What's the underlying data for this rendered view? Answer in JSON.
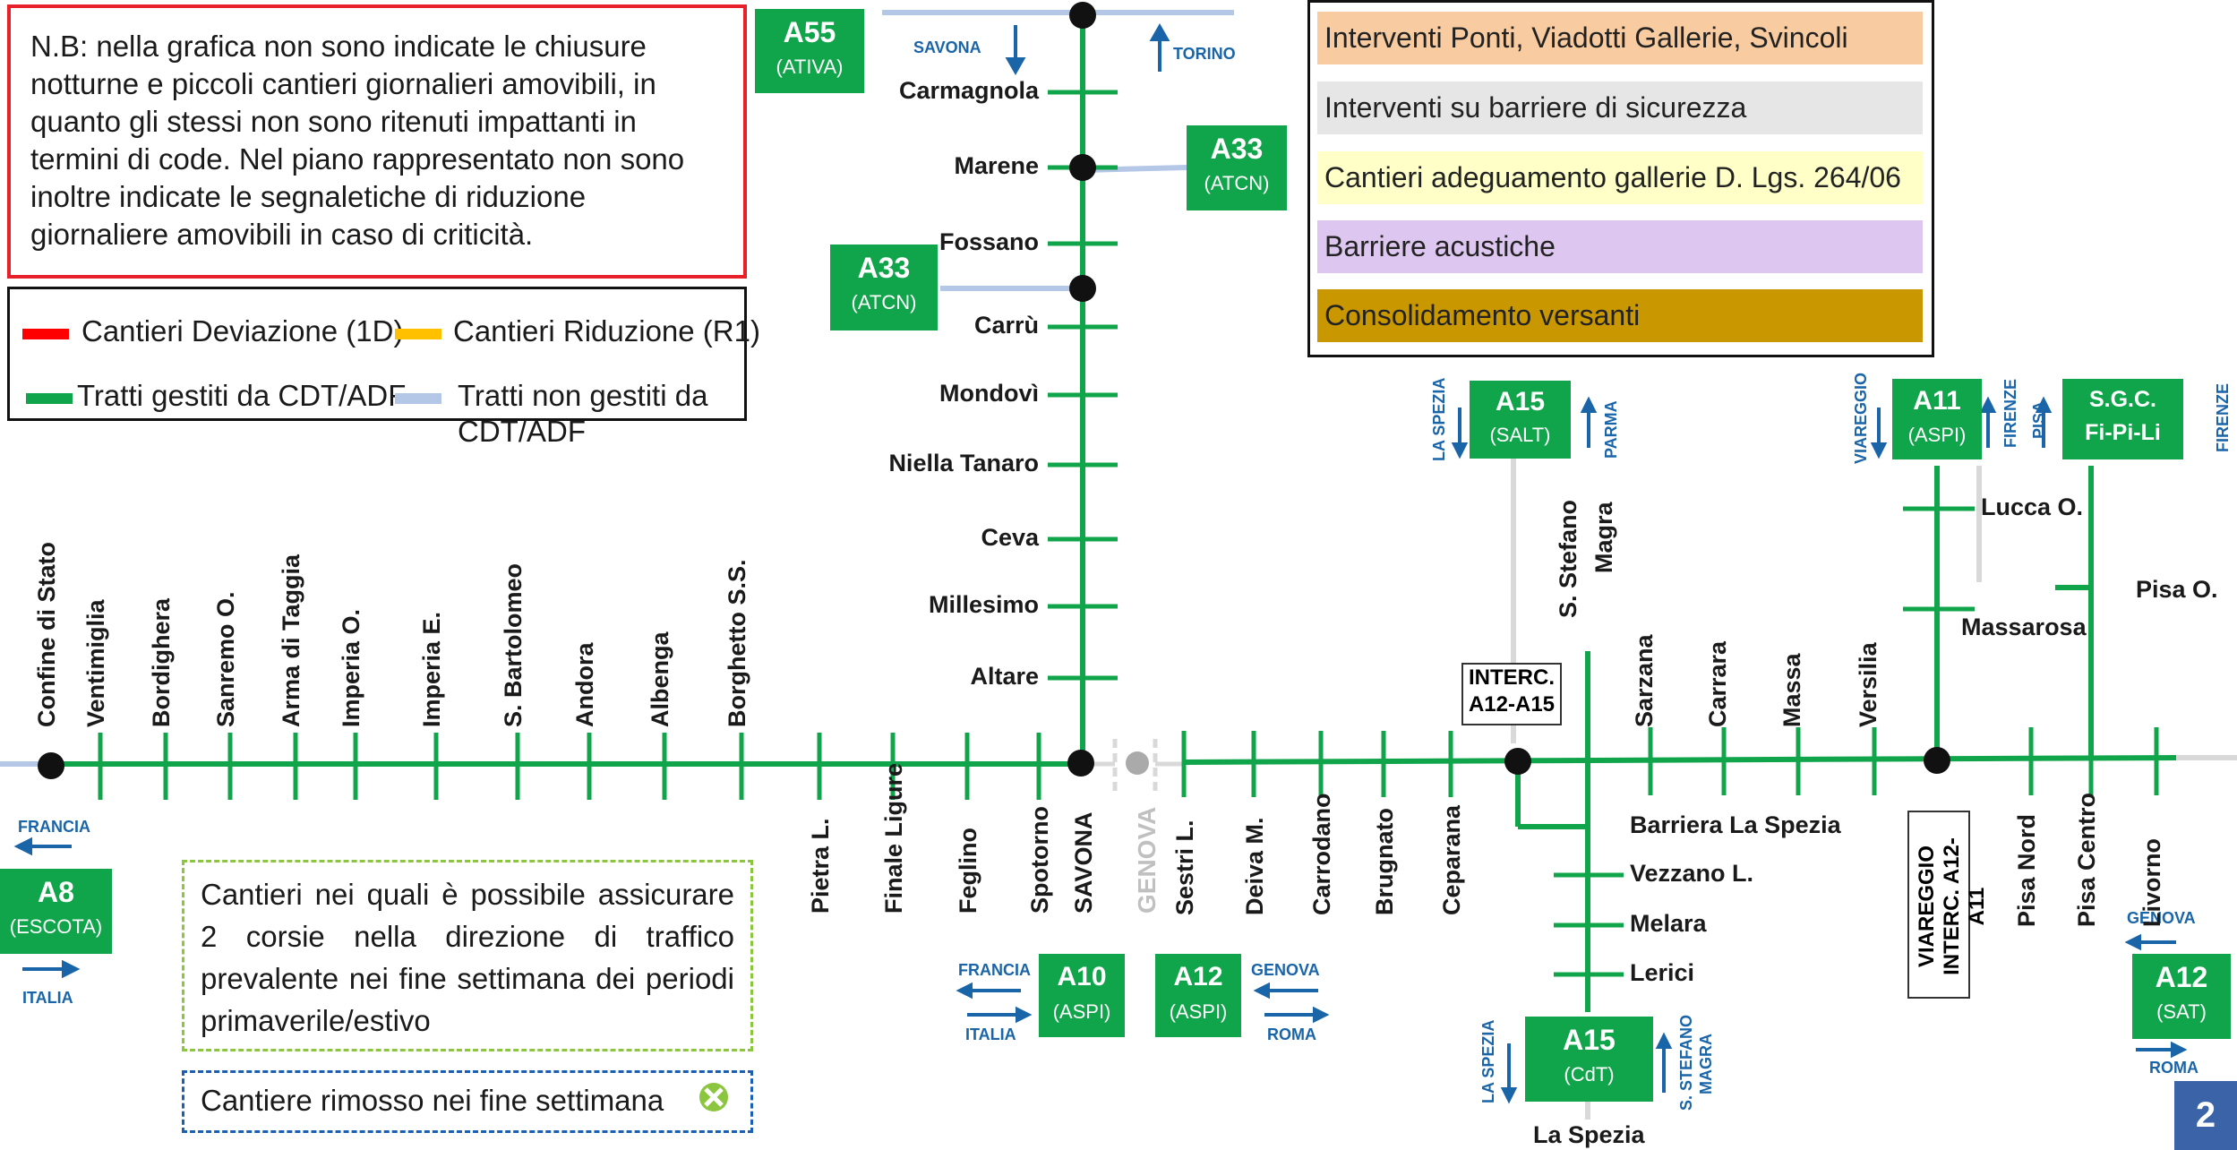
{
  "note": {
    "text": "N.B: nella grafica non sono indicate le chiusure notturne e piccoli cantieri giornalieri amovibili, in quanto gli stessi non sono ritenuti impattanti in termini di code. Nel piano rappresentato non sono inoltre indicate le segnaletiche di riduzione giornaliere amovibili in caso di criticità."
  },
  "legend": {
    "deviazione": "Cantieri Deviazione (1D)",
    "riduzione": "Cantieri Riduzione (R1)",
    "gestiti": "Tratti gestiti da CDT/ADF",
    "non_gestiti_1": "Tratti non  gestiti da",
    "non_gestiti_2": "CDT/ADF",
    "colors": {
      "deviazione": "#ff0000",
      "riduzione": "#ffc000",
      "gestiti": "#10a54b",
      "non_gestiti": "#b4c7e7"
    }
  },
  "right_legend": [
    {
      "label": "Interventi Ponti, Viadotti  Gallerie, Svincoli",
      "color": "#f8cba0"
    },
    {
      "label": "Interventi su barriere di sicurezza",
      "color": "#e6e6e6"
    },
    {
      "label": "Cantieri adeguamento gallerie D. Lgs. 264/06",
      "color": "#ffffc8"
    },
    {
      "label": "Barriere acustiche",
      "color": "#ddc6ef"
    },
    {
      "label": "Consolidamento versanti",
      "color": "#c99700"
    }
  ],
  "roads": {
    "a55": {
      "code": "A55",
      "op": "(ATIVA)"
    },
    "a33_top": {
      "code": "A33",
      "op": "(ATCN)"
    },
    "a33_left": {
      "code": "A33",
      "op": "(ATCN)"
    },
    "a8": {
      "code": "A8",
      "op": "(ESCOTA)"
    },
    "a10": {
      "code": "A10",
      "op": "(ASPI)"
    },
    "a12_aspi": {
      "code": "A12",
      "op": "(ASPI)"
    },
    "a15_salt": {
      "code": "A15",
      "op": "(SALT)"
    },
    "a15_cdt": {
      "code": "A15",
      "op": "(CdT)"
    },
    "a11": {
      "code": "A11",
      "op": "(ASPI)"
    },
    "sgc_1": "S.G.C.",
    "sgc_2": "Fi-Pi-Li",
    "a12_sat": {
      "code": "A12",
      "op": "(SAT)"
    }
  },
  "directions": {
    "savona": "SAVONA",
    "torino": "TORINO",
    "francia_a8": "FRANCIA",
    "italia_a8": "ITALIA",
    "francia_a10": "FRANCIA",
    "italia_a10": "ITALIA",
    "genova_a12": "GENOVA",
    "roma_a12": "ROMA",
    "laspezia_salt": "LA SPEZIA",
    "parma": "PARMA",
    "viareggio": "VIAREGGIO",
    "firenze_a11": "FIRENZE",
    "pisa": "PISA",
    "firenze_sgc": "FIRENZE",
    "laspezia_cdt": "LA SPEZIA",
    "sstefano_1": "S. STEFANO",
    "sstefano_2": "MAGRA",
    "genova_sat": "GENOVA",
    "roma_sat": "ROMA"
  },
  "a6_stations": [
    "Carmagnola",
    "Marene",
    "Fossano",
    "Carrù",
    "Mondovì",
    "Niella Tanaro",
    "Ceva",
    "Millesimo",
    "Altare"
  ],
  "a10_stations": [
    "Confine  di Stato",
    "Ventimiglia",
    "Bordighera",
    "Sanremo O.",
    "Arma di Taggia",
    "Imperia O.",
    "Imperia E.",
    "S. Bartolomeo",
    "Andora",
    "Albenga",
    "Borghetto S.S."
  ],
  "a10_lower_stations": [
    "Pietra L.",
    "Finale Ligure",
    "Feglino",
    "Spotorno",
    "SAVONA"
  ],
  "genova": "GENOVA",
  "a12_lower_stations": [
    "Sestri L.",
    "Deiva M.",
    "Carrodano",
    "Brugnato",
    "Ceparana"
  ],
  "a12_upper_stations": [
    "Sarzana",
    "Carrara",
    "Massa",
    "Versilia"
  ],
  "sstefano_1": "S. Stefano",
  "sstefano_2": "Magra",
  "interc_a12_a15_1": "INTERC.",
  "interc_a12_a15_2": "A12-A15",
  "a15_stations": [
    "Barriera La Spezia",
    "Vezzano L.",
    "Melara",
    "Lerici"
  ],
  "laspezia": "La Spezia",
  "a11_stations": [
    "Lucca O.",
    "Massarosa"
  ],
  "pisa_o": "Pisa O.",
  "viareggio_1": "VIAREGGIO",
  "viareggio_2": "INTERC. A12-A11",
  "a12_sat_stations": [
    "Pisa Nord",
    "Pisa Centro",
    "Livorno"
  ],
  "dash_green": "Cantieri nei quali è possibile assicurare 2 corsie nella direzione di traffico prevalente nei fine settimana dei periodi primaverile/estivo",
  "dash_blue": "Cantiere rimosso nei fine settimana",
  "page_number": "2"
}
